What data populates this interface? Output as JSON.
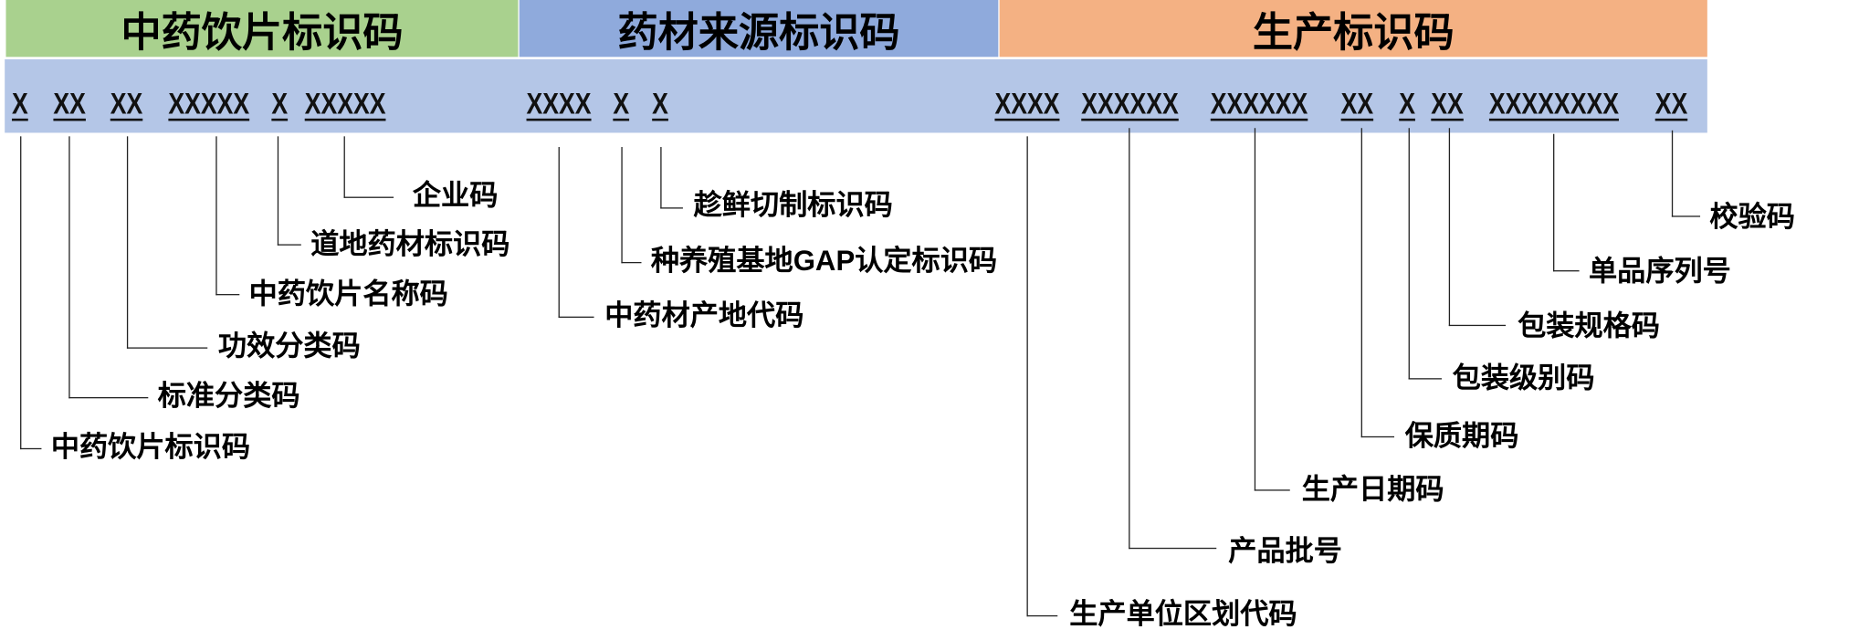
{
  "headers": {
    "herbal_piece": "中药饮片标识码",
    "material_source": "药材来源标识码",
    "production": "生产标识码"
  },
  "colors": {
    "herbal_piece": "#a9d18e",
    "material_source": "#8faadc",
    "production": "#f4b183",
    "code_row": "#b4c6e7"
  },
  "codes": [
    "X",
    "XX",
    "XX",
    "XXXXX",
    "X",
    "XXXXX",
    "XXXX",
    "X",
    "X",
    "XXXX",
    "XXXXXX",
    "XXXXXX",
    "XX",
    "X",
    "XX",
    "XXXXXXXX",
    "XX"
  ],
  "labels": [
    "中药饮片标识码",
    "标准分类码",
    "功效分类码",
    "中药饮片名称码",
    "道地药材标识码",
    "企业码",
    "中药材产地代码",
    "种养殖基地GAP认定标识码",
    "趁鲜切制标识码",
    "生产单位区划代码",
    "产品批号",
    "生产日期码",
    "保质期码",
    "包装级别码",
    "包装规格码",
    "单品序列号",
    "校验码"
  ]
}
